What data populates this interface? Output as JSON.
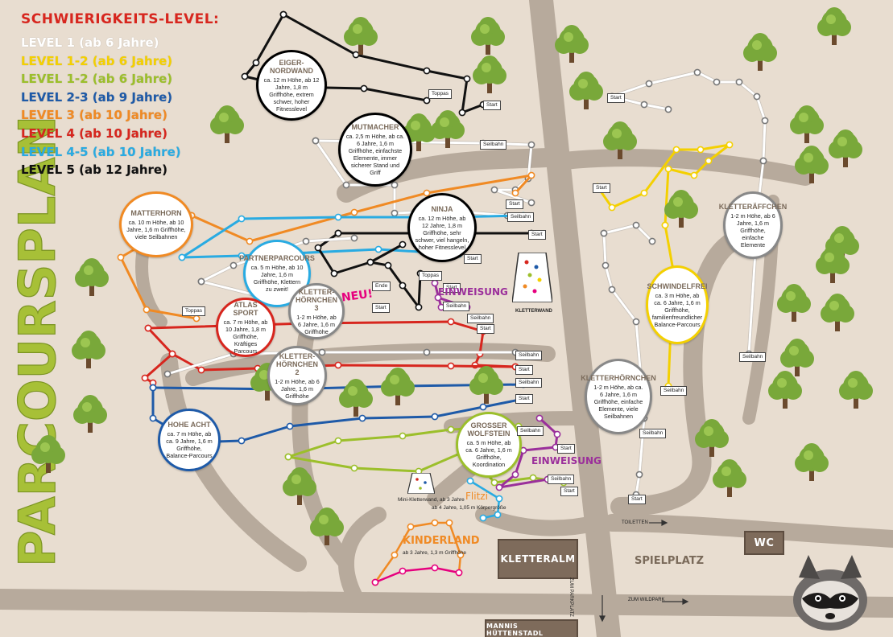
{
  "title": "PARCOURSPLAN",
  "legend": {
    "heading": "SCHWIERIGKEITS-LEVEL:",
    "items": [
      {
        "label": "LEVEL 1 (ab 6 Jahre)",
        "color": "#ffffff"
      },
      {
        "label": "LEVEL 1-2 (ab 6 Jahre)",
        "color": "#f4d000"
      },
      {
        "label": "LEVEL 1-2 (ab 6 Jahre)",
        "color": "#9cbf2b"
      },
      {
        "label": "LEVEL 2-3 (ab 9 Jahre)",
        "color": "#1e5aa8"
      },
      {
        "label": "LEVEL 3 (ab 10 Jahre)",
        "color": "#f08a24"
      },
      {
        "label": "LEVEL 4 (ab 10 Jahre)",
        "color": "#d7261e"
      },
      {
        "label": "LEVEL 4-5 (ab 10 Jahre)",
        "color": "#29abe2"
      },
      {
        "label": "LEVEL 5 (ab 12 Jahre)",
        "color": "#111111"
      }
    ]
  },
  "courses": [
    {
      "id": "eiger",
      "name": "EIGER-NORDWAND",
      "desc": "ca. 12 m Höhe, ab 12 Jahre, 1,8 m Griffhöhe, extrem schwer, hoher Fitnesslevel",
      "color": "#111111"
    },
    {
      "id": "mutmacher",
      "name": "MUTMACHER",
      "desc": "ca. 2,5 m Höhe, ab ca. 6 Jahre, 1,6 m Griffhöhe, einfachste Elemente, immer sicherer Stand und Griff",
      "color": "#888888"
    },
    {
      "id": "matterhorn",
      "name": "MATTERHORN",
      "desc": "ca. 10 m Höhe, ab 10 Jahre, 1,6 m Griffhöhe, viele Seilbahnen",
      "color": "#f08a24"
    },
    {
      "id": "ninja",
      "name": "NINJA",
      "desc": "ca. 12 m Höhe, ab 12 Jahre, 1,8 m Griffhöhe, sehr schwer, viel hangeln, hoher Fitnesslevel",
      "color": "#111111"
    },
    {
      "id": "partner",
      "name": "PARTNERPARCOURS",
      "desc": "ca. 5 m Höhe, ab 10 Jahre, 1,6 m Griffhöhe, Klettern zu zweit!",
      "color": "#29abe2"
    },
    {
      "id": "kh3",
      "name": "KLETTER-HÖRNCHEN 3",
      "desc": "1-2 m Höhe, ab 6 Jahre, 1,6 m Griffhöhe",
      "color": "#9a6fb0"
    },
    {
      "id": "atlas",
      "name": "ATLAS SPORT",
      "desc": "ca. 7 m Höhe, ab 10 Jahre, 1,8 m Griffhöhe, Kräftiges Parcours",
      "color": "#d7261e"
    },
    {
      "id": "kh2",
      "name": "KLETTER-HÖRNCHEN 2",
      "desc": "1-2 m Höhe, ab 6 Jahre, 1,6 m Griffhöhe",
      "color": "#888888"
    },
    {
      "id": "hoheacht",
      "name": "HOHE ACHT",
      "desc": "ca. 7 m Höhe, ab ca. 9 Jahre, 1,6 m Griffhöhe, Balance-Parcours",
      "color": "#1e5aa8"
    },
    {
      "id": "wolfstein",
      "name": "GROSSER WOLFSTEIN",
      "desc": "ca. 5 m Höhe, ab ca. 6 Jahre, 1,6 m Griffhöhe, Koordination",
      "color": "#9cbf2b"
    },
    {
      "id": "klaeffchen",
      "name": "KLETTERÄFFCHEN",
      "desc": "1-2 m Höhe, ab 6 Jahre, 1,6 m Griffhöhe, einfache Elemente",
      "color": "#888888"
    },
    {
      "id": "schwindelfrei",
      "name": "SCHWINDELFREI",
      "desc": "ca. 3 m Höhe, ab ca. 6 Jahre, 1,6 m Griffhöhe, familienfreundlicher Balance-Parcours",
      "color": "#f4d000"
    },
    {
      "id": "kh1",
      "name": "KLETTERHÖRNCHEN",
      "desc": "1-2 m Höhe, ab ca. 6 Jahre, 1,6 m Griffhöhe, einfache Elemente, viele Seilbahnen",
      "color": "#888888"
    }
  ],
  "tags": {
    "start": "Start",
    "seilbahn": "Seilbahn",
    "toppas": "Toppas",
    "ende": "Ende"
  },
  "labels": {
    "neu": "NEU!",
    "einweisung": "EINWEISUNG",
    "kletterwand": "KLETTERWAND",
    "mini_kletterwand": "Mini-Kletterwand, ab 3 Jahre",
    "flitzi": "Flitzi",
    "flitzi_desc": "ab 4 Jahre, 1,05 m Körpergröße",
    "kinderland": "KINDERLAND",
    "kinderland_desc": "ab 3 Jahre, 1,3 m Griffhöhe",
    "kletteralm": "KLETTERALM",
    "spielplatz": "SPIELPLATZ",
    "wc": "WC",
    "toiletten": "TOILETTEN",
    "zum_wildpark": "ZUM WILDPARK",
    "zum_parkplatz": "ZUM PARKPLATZ",
    "huettenstadl": "MANNIS HÜTTENSTADL"
  }
}
